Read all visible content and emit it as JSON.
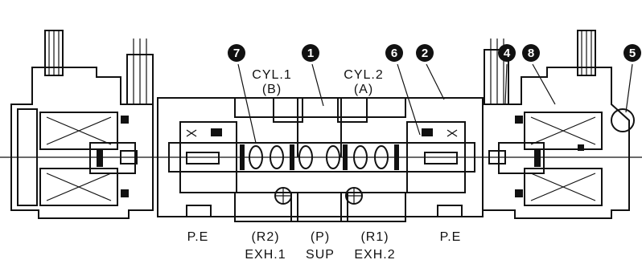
{
  "callouts": [
    "7",
    "1",
    "6",
    "2",
    "4",
    "8",
    "5"
  ],
  "top_ports": {
    "cyl1": {
      "name": "CYL.1",
      "code": "(B)"
    },
    "cyl2": {
      "name": "CYL.2",
      "code": "(A)"
    }
  },
  "bottom_ports": {
    "pe_left": {
      "name": "P.E"
    },
    "exh1": {
      "code": "(R2)",
      "name": "EXH.1"
    },
    "sup": {
      "code": "(P)",
      "name": "SUP"
    },
    "exh2": {
      "code": "(R1)",
      "name": "EXH.2"
    },
    "pe_right": {
      "name": "P.E"
    }
  }
}
